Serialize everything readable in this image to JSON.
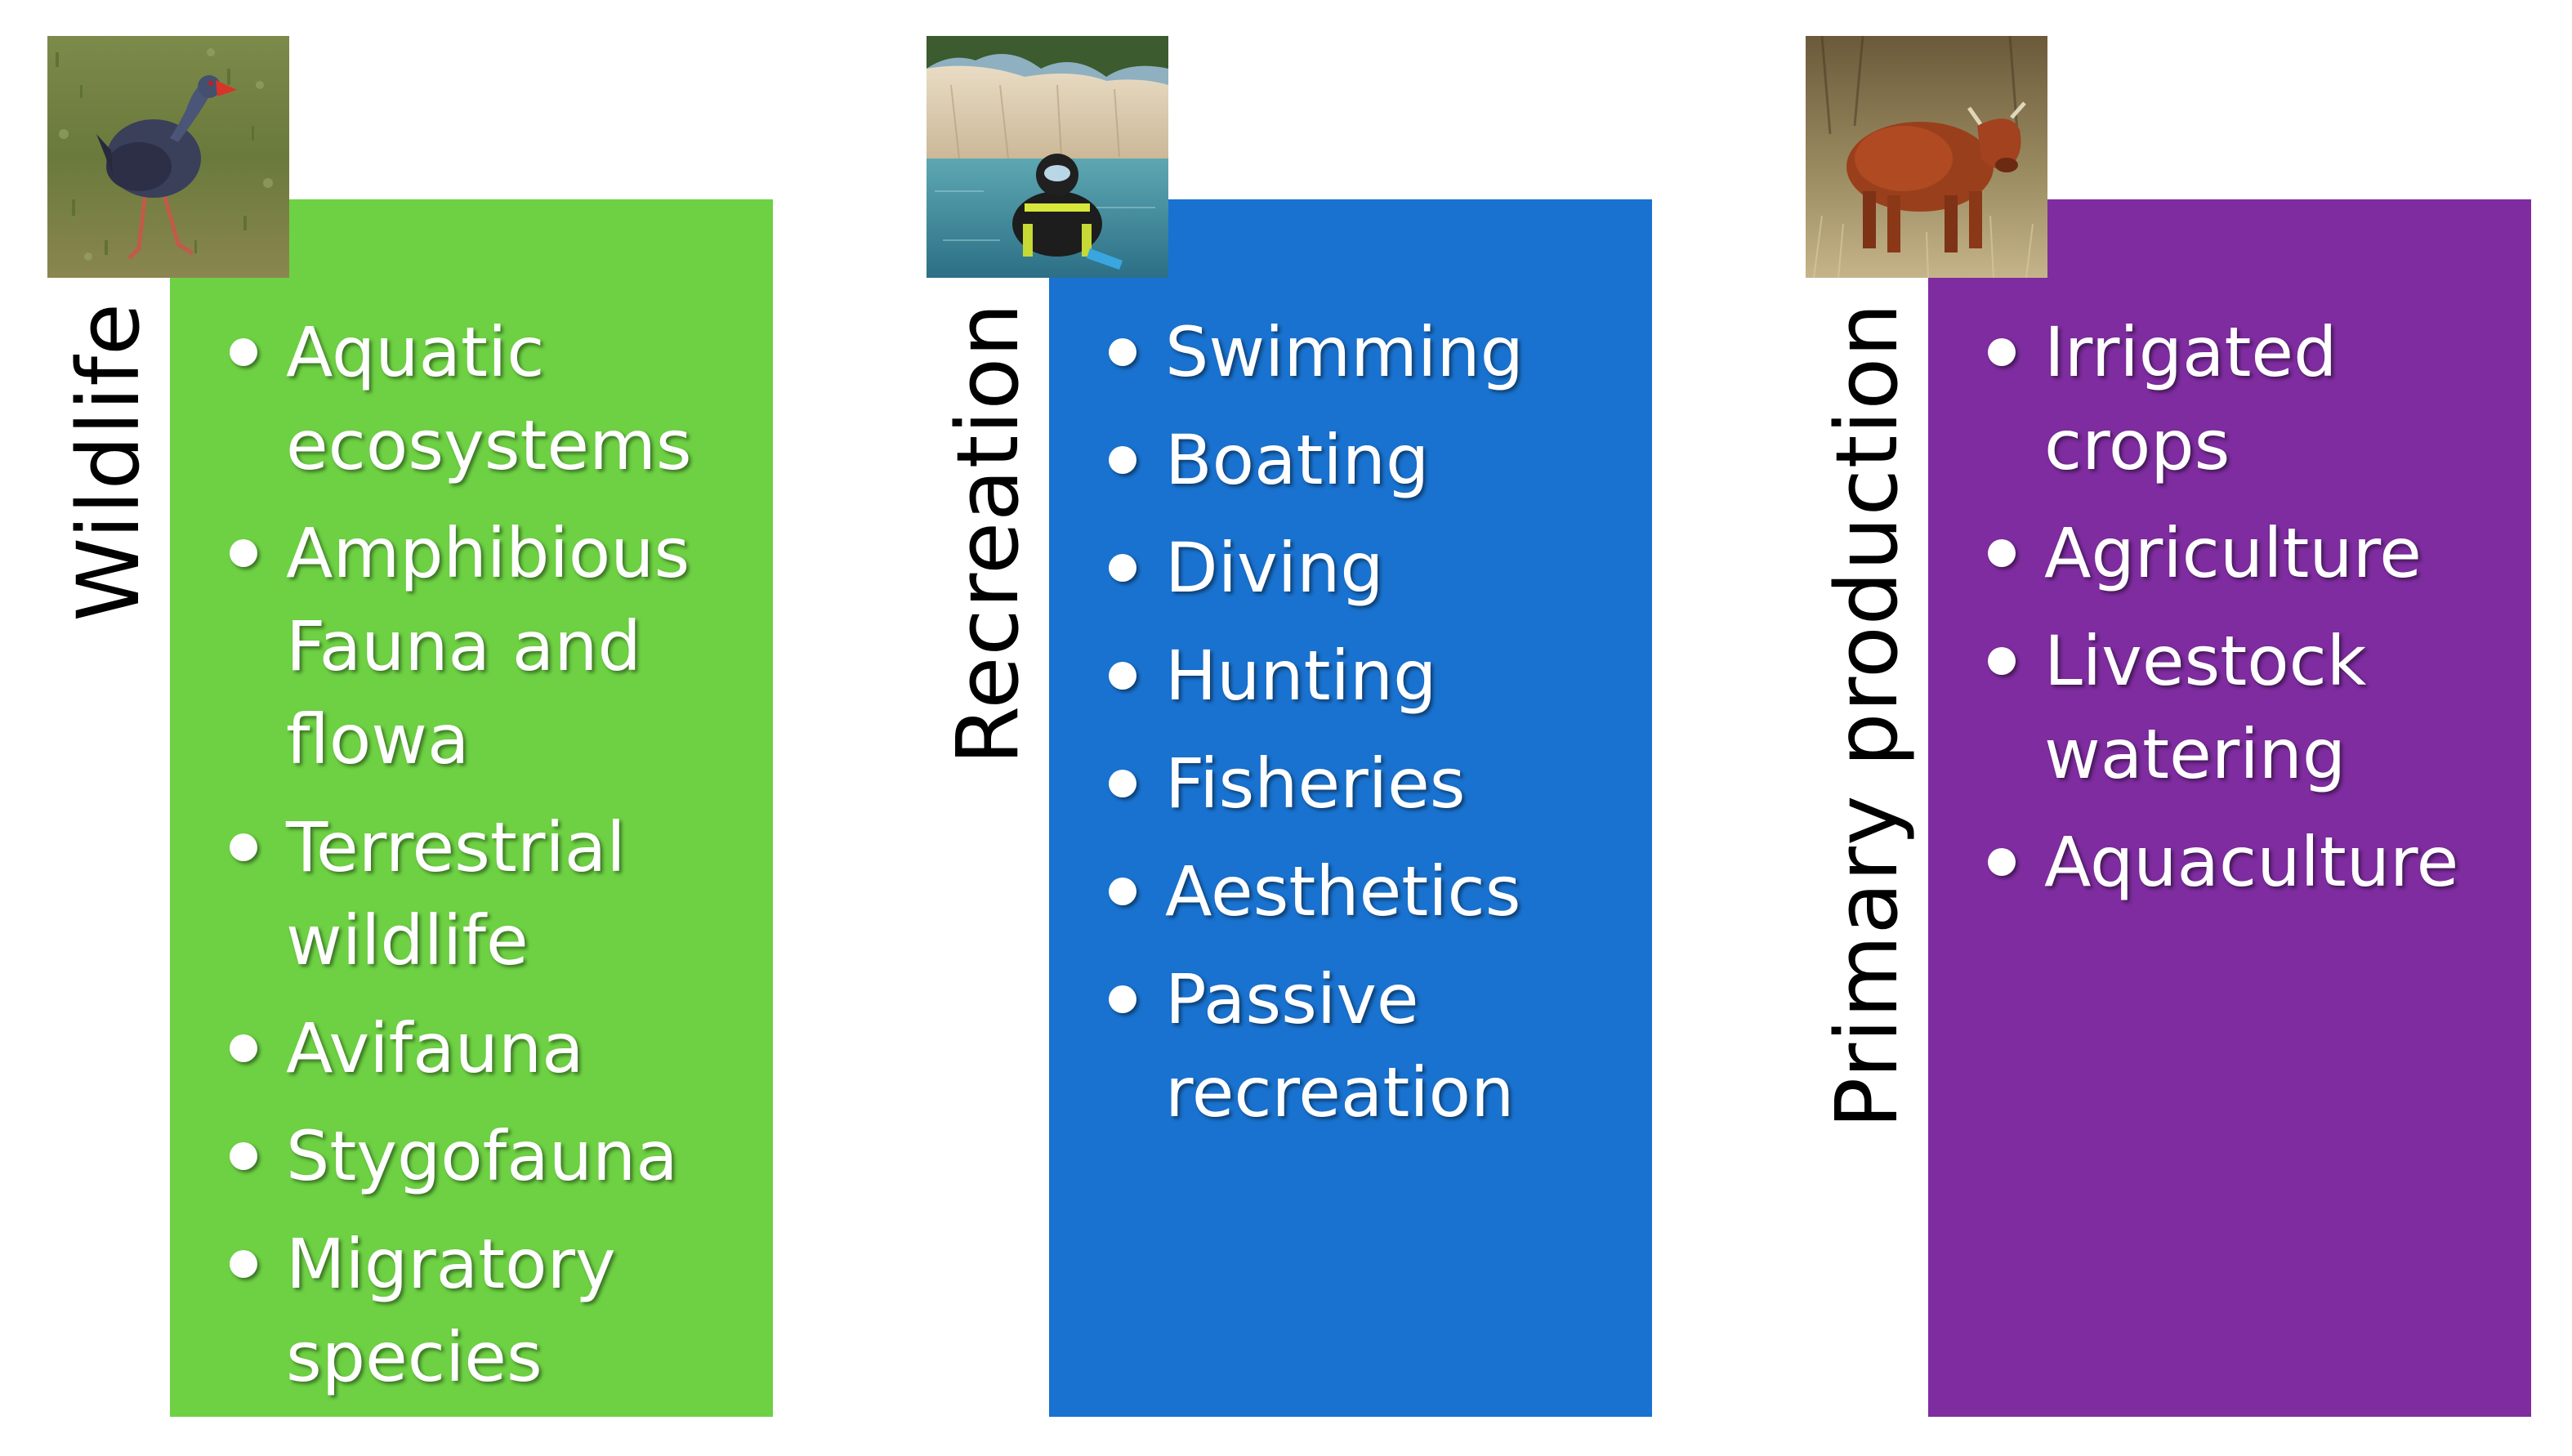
{
  "categories": [
    {
      "label": "Wildlife",
      "color": "#6dd143",
      "photo_icon": "purple-swamphen-photo",
      "items": [
        "Aquatic ecosystems",
        "Amphibious Fauna and flowa",
        "Terrestrial wildlife",
        "Avifauna",
        "Stygofauna",
        "Migratory species"
      ]
    },
    {
      "label": "Recreation",
      "color": "#1972cf",
      "photo_icon": "diver-photo",
      "items": [
        "Swimming",
        "Boating",
        "Diving",
        "Hunting",
        "Fisheries",
        "Aesthetics",
        "Passive recreation"
      ]
    },
    {
      "label": "Primary production",
      "color": "#7e2c9f",
      "photo_icon": "cattle-photo",
      "items": [
        "Irrigated crops",
        "Agriculture",
        "Livestock watering",
        "Aquaculture"
      ]
    }
  ]
}
